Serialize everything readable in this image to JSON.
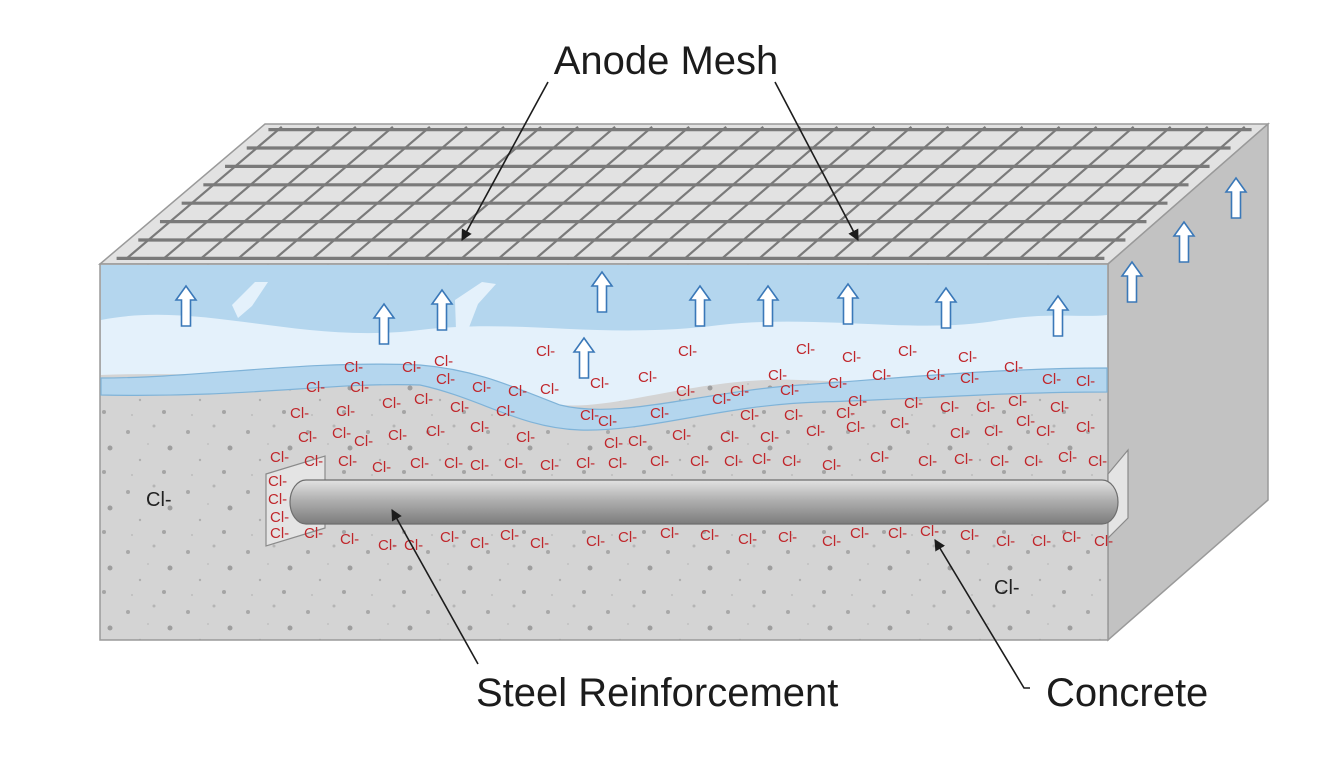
{
  "labels": {
    "anode_mesh": "Anode Mesh",
    "steel_reinforcement": "Steel Reinforcement",
    "concrete": "Concrete"
  },
  "ion_symbol": "Cl-",
  "colors": {
    "ion_red": "#c0262b",
    "concrete": "#d4d4d4",
    "water_light": "#e4f1fb",
    "water_blue": "#b4d6ee",
    "mesh": "#7a7a7a",
    "rebar": "#9a9a9a"
  }
}
